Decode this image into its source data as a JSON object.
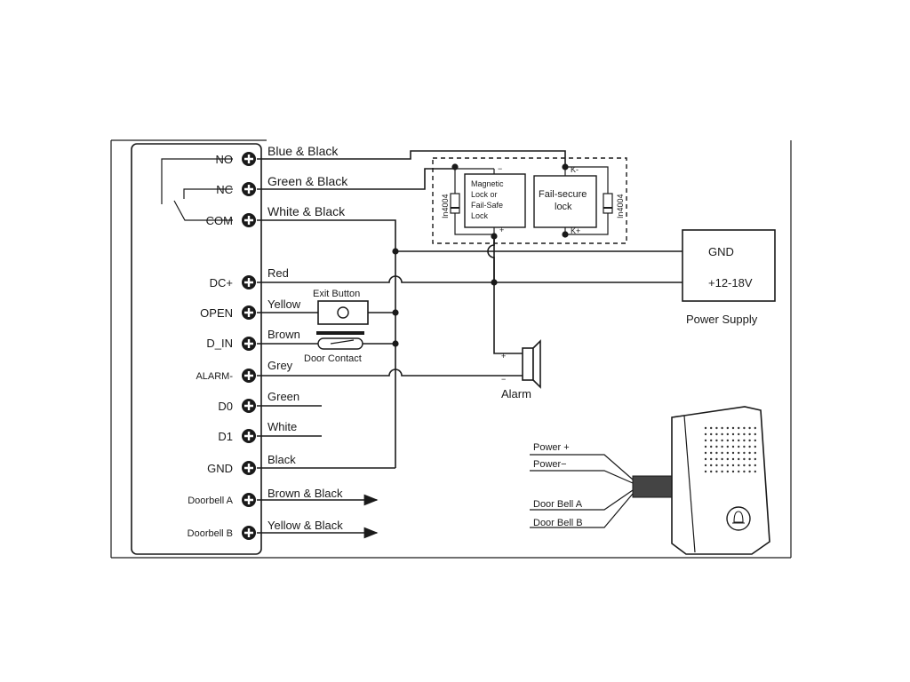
{
  "terminals": {
    "no": "NO",
    "nc": "NC",
    "com": "COM",
    "dc_plus": "DC+",
    "open": "OPEN",
    "d_in": "D_IN",
    "alarm_minus": "ALARM-",
    "d0": "D0",
    "d1": "D1",
    "gnd": "GND",
    "doorbell_a": "Doorbell A",
    "doorbell_b": "Doorbell B"
  },
  "wires": {
    "no": "Blue & Black",
    "nc": "Green & Black",
    "com": "White & Black",
    "dc_plus": "Red",
    "open": "Yellow",
    "d_in": "Brown",
    "alarm_minus": "Grey",
    "d0": "Green",
    "d1": "White",
    "gnd": "Black",
    "doorbell_a": "Brown & Black",
    "doorbell_b": "Yellow & Black"
  },
  "components": {
    "exit_button": "Exit Button",
    "door_contact": "Door Contact",
    "alarm": "Alarm",
    "alarm_plus": "+",
    "alarm_minus": "−",
    "magnetic_lock": [
      "Magnetic",
      "Lock or",
      "Fail-Safe",
      "Lock"
    ],
    "fail_secure_lock": [
      "Fail-secure",
      "lock"
    ],
    "diode_left": "In4004",
    "diode_right": "In4004",
    "mag_minus": "−",
    "mag_plus": "+",
    "fs_k_minus": "K-",
    "fs_k_plus": "K+"
  },
  "power_supply": {
    "gnd": "GND",
    "voltage": "+12-18V",
    "label": "Power Supply"
  },
  "doorbell": {
    "power_plus": "Power +",
    "power_minus": "Power−",
    "bell_a": "Door Bell  A",
    "bell_b": "Door Bell  B"
  }
}
